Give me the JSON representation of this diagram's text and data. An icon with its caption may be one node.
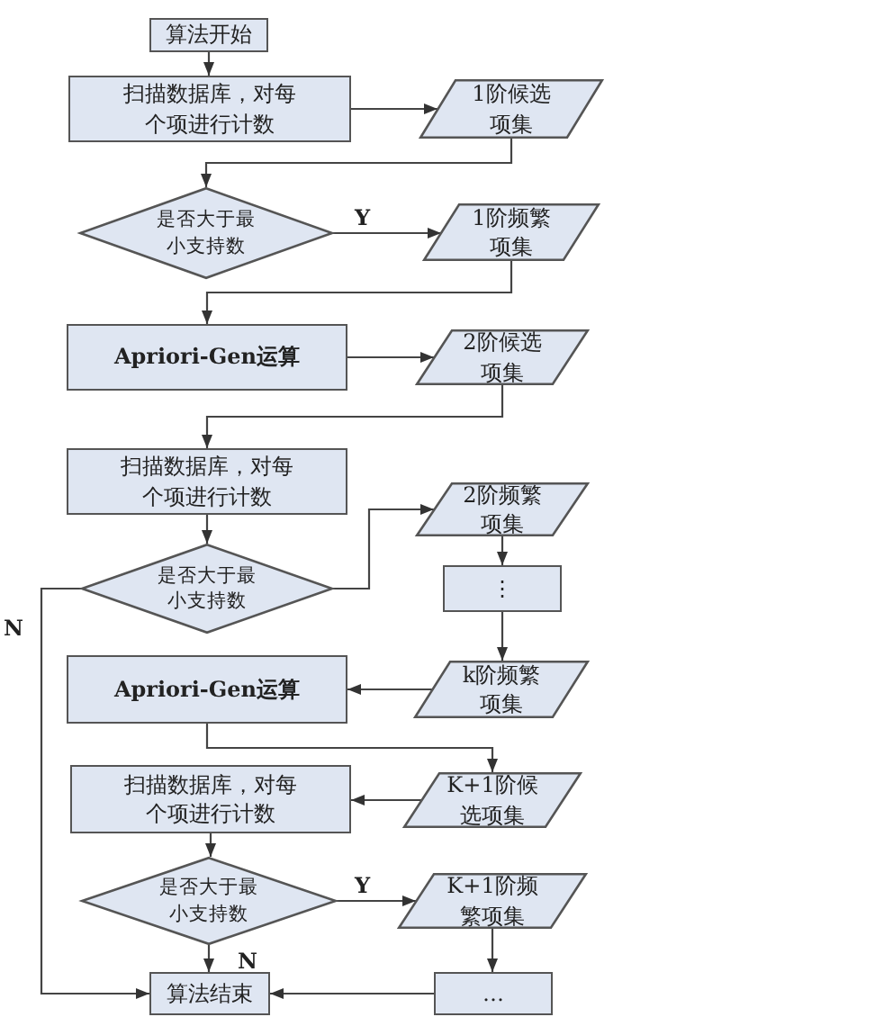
{
  "diagram": {
    "nodes": [
      {
        "text": [
          "算法开始"
        ]
      },
      {
        "text": [
          "扫描数据库，对每个项进行计数"
        ]
      },
      {
        "text": [
          "1阶候选项集"
        ]
      },
      {
        "text": [
          "是否大于最小支持数"
        ]
      },
      {
        "text": [
          "1阶频繁项集"
        ]
      },
      {
        "text": [
          "Apriori-Gen运算"
        ]
      },
      {
        "text": [
          "2阶候选项集"
        ]
      },
      {
        "text": [
          "扫描数据库，对每个项进行计数"
        ]
      },
      {
        "text": [
          "2阶频繁项集"
        ]
      },
      {
        "text": [
          "是否大于最小支持数"
        ]
      },
      {
        "text": [
          "⋮"
        ]
      },
      {
        "text": [
          "Apriori-Gen运算"
        ]
      },
      {
        "text": [
          "k阶频繁项集"
        ]
      },
      {
        "text": [
          "扫描数据库，对每个项进行计数"
        ]
      },
      {
        "text": [
          "K+1阶候选项集"
        ]
      },
      {
        "text": [
          "是否大于最小支持数"
        ]
      },
      {
        "text": [
          "K+1阶频繁项集"
        ]
      },
      {
        "text": [
          "算法结束"
        ]
      },
      {
        "text": [
          "…"
        ]
      }
    ],
    "edges": [
      {
        "from": 0,
        "to": 1,
        "arrow": "to"
      },
      {
        "from": 1,
        "to": 2,
        "arrow": "to"
      },
      {
        "from": 2,
        "to": 3,
        "arrow": "to"
      },
      {
        "from": 3,
        "to": 4,
        "arrow": "to",
        "label": "Y"
      },
      {
        "from": 4,
        "to": 5,
        "arrow": "to"
      },
      {
        "from": 5,
        "to": 6,
        "arrow": "to"
      },
      {
        "from": 6,
        "to": 7,
        "arrow": "to"
      },
      {
        "from": 7,
        "to": 9,
        "arrow": "to"
      },
      {
        "from": 9,
        "to": 8,
        "arrow": "to"
      },
      {
        "from": 8,
        "to": 10,
        "arrow": "to"
      },
      {
        "from": 10,
        "to": 12,
        "arrow": "to"
      },
      {
        "from": 12,
        "to": 11,
        "arrow": "to"
      },
      {
        "from": 11,
        "to": 14,
        "arrow": "to"
      },
      {
        "from": 14,
        "to": 13,
        "arrow": "to"
      },
      {
        "from": 13,
        "to": 15,
        "arrow": "to"
      },
      {
        "from": 15,
        "to": 16,
        "arrow": "to",
        "label": "Y"
      },
      {
        "from": 15,
        "to": 17,
        "arrow": "to",
        "label": "N"
      },
      {
        "from": 16,
        "to": 18,
        "arrow": "to"
      },
      {
        "from": 18,
        "to": 17,
        "arrow": "to"
      },
      {
        "from": 9,
        "to": 17,
        "arrow": "to",
        "label": "N"
      }
    ]
  }
}
